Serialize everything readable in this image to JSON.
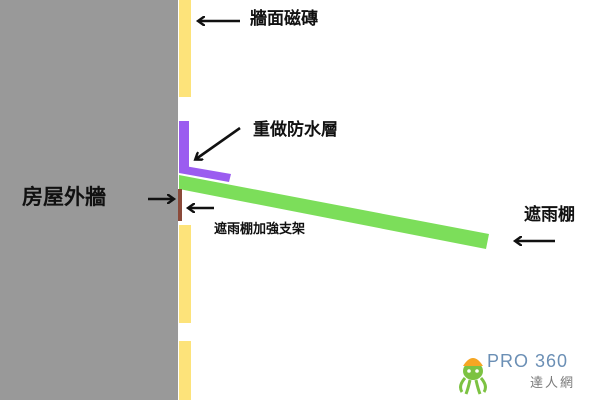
{
  "labels": {
    "wall_tile": "牆面磁磚",
    "waterproof_layer": "重做防水層",
    "house_wall": "房屋外牆",
    "awning_bracket": "遮雨棚加強支架",
    "awning": "遮雨棚"
  },
  "logo": {
    "brand": "PRO 360",
    "subtitle": "達人網"
  },
  "colors": {
    "wall": "#999999",
    "tile": "#fde37a",
    "waterproof": "#9b5cf0",
    "awning": "#7cde5a",
    "bracket": "#8b4a3a",
    "arrow": "#111111",
    "logo_blue": "#6b8fb5",
    "logo_green": "#7cc242",
    "logo_orange": "#f5a623"
  }
}
